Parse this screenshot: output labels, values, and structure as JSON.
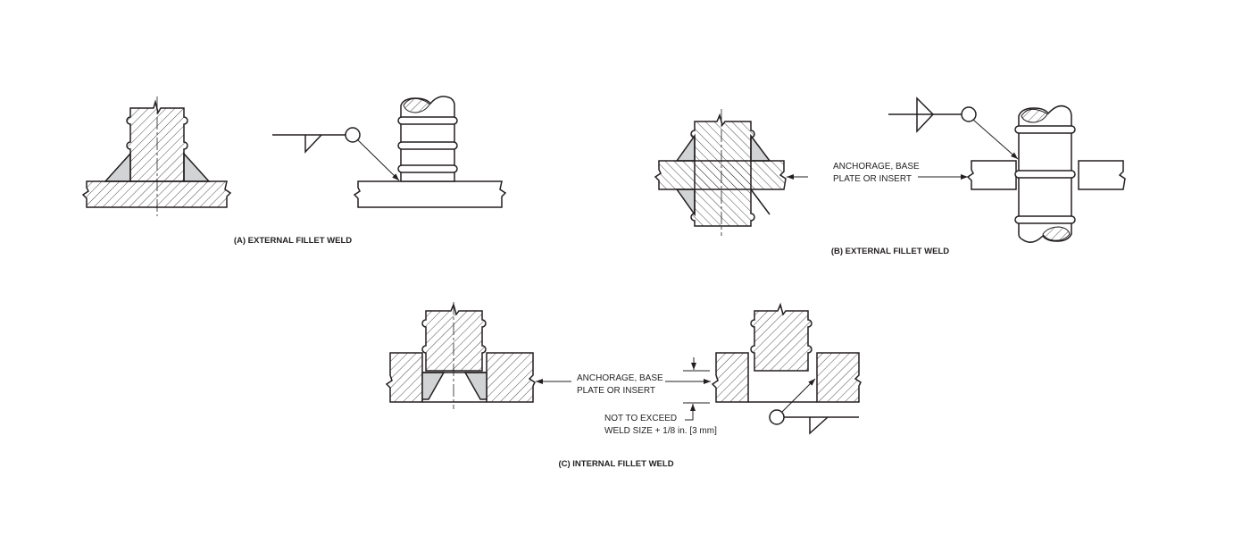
{
  "figures": {
    "a": {
      "caption": "(A) EXTERNAL FILLET WELD"
    },
    "b": {
      "caption": "(B) EXTERNAL FILLET WELD",
      "label_line1": "ANCHORAGE, BASE",
      "label_line2": "PLATE OR INSERT"
    },
    "c": {
      "caption": "(C) INTERNAL FILLET WELD",
      "label_line1": "ANCHORAGE, BASE",
      "label_line2": "PLATE OR INSERT",
      "note_line1": "NOT TO EXCEED",
      "note_line2": "WELD SIZE + 1/8 in. [3 mm]"
    }
  },
  "colors": {
    "line": "#231f20",
    "weld_fill": "#d1d3d4"
  }
}
